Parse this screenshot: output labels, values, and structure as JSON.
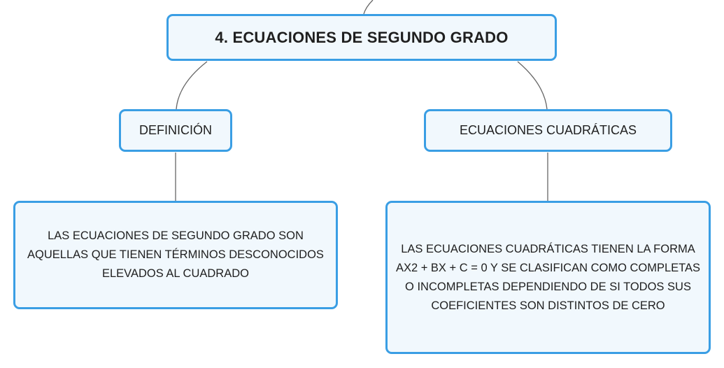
{
  "diagram": {
    "root": {
      "label": "4. ECUACIONES DE SEGUNDO GRADO"
    },
    "branches": [
      {
        "label": "DEFINICIÓN",
        "detail": "LAS ECUACIONES DE SEGUNDO GRADO SON AQUELLAS QUE TIENEN TÉRMINOS DESCONOCIDOS ELEVADOS AL CUADRADO"
      },
      {
        "label": "ECUACIONES CUADRÁTICAS",
        "detail": "LAS ECUACIONES CUADRÁTICAS TIENEN LA FORMA AX2 + BX + C = 0 Y SE CLASIFICAN COMO COMPLETAS O INCOMPLETAS DEPENDIENDO DE SI TODOS SUS COEFICIENTES SON DISTINTOS DE CERO"
      }
    ]
  },
  "colors": {
    "node_border": "#3a9ee4",
    "node_fill": "#f1f8fd",
    "connector": "#666666",
    "text": "#1f1f1f"
  }
}
